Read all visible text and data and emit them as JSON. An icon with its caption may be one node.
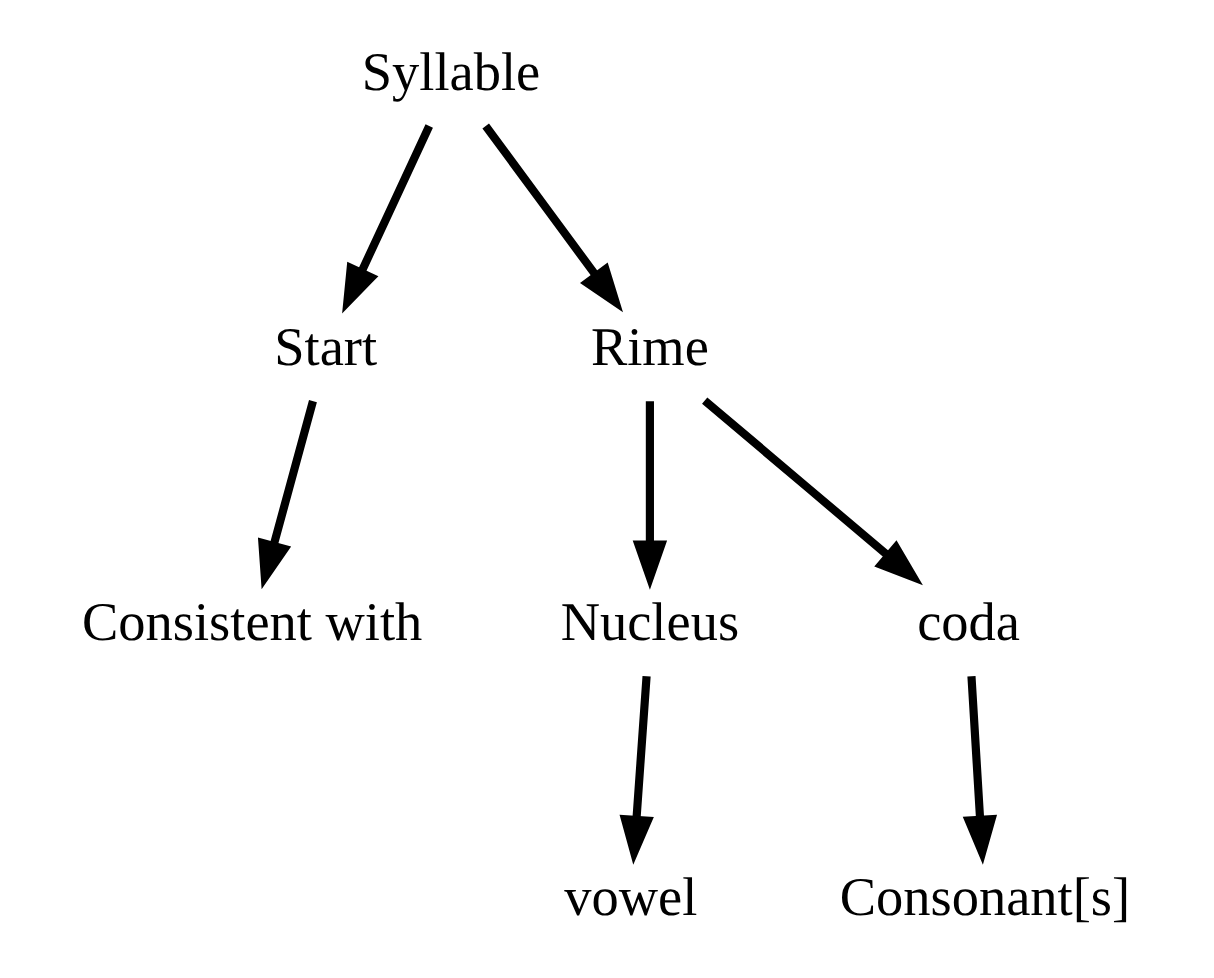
{
  "diagram": {
    "nodes": [
      {
        "text": [
          "Syllable"
        ]
      },
      {
        "text": [
          "Start"
        ]
      },
      {
        "text": [
          "Rime"
        ]
      },
      {
        "text": [
          "Nucleus"
        ]
      },
      {
        "text": [
          "coda"
        ]
      },
      {
        "text": [
          "Consistent with"
        ]
      },
      {
        "text": [
          "vowel"
        ]
      },
      {
        "text": [
          "Consonant[s]"
        ]
      }
    ],
    "edges": [
      {
        "from": 0,
        "to": 1,
        "arrow": "to"
      },
      {
        "from": 0,
        "to": 2,
        "arrow": "to"
      },
      {
        "from": 1,
        "to": 5,
        "arrow": "to"
      },
      {
        "from": 2,
        "to": 3,
        "arrow": "to"
      },
      {
        "from": 2,
        "to": 4,
        "arrow": "to"
      },
      {
        "from": 3,
        "to": 6,
        "arrow": "to"
      },
      {
        "from": 4,
        "to": 7,
        "arrow": "to"
      }
    ]
  }
}
